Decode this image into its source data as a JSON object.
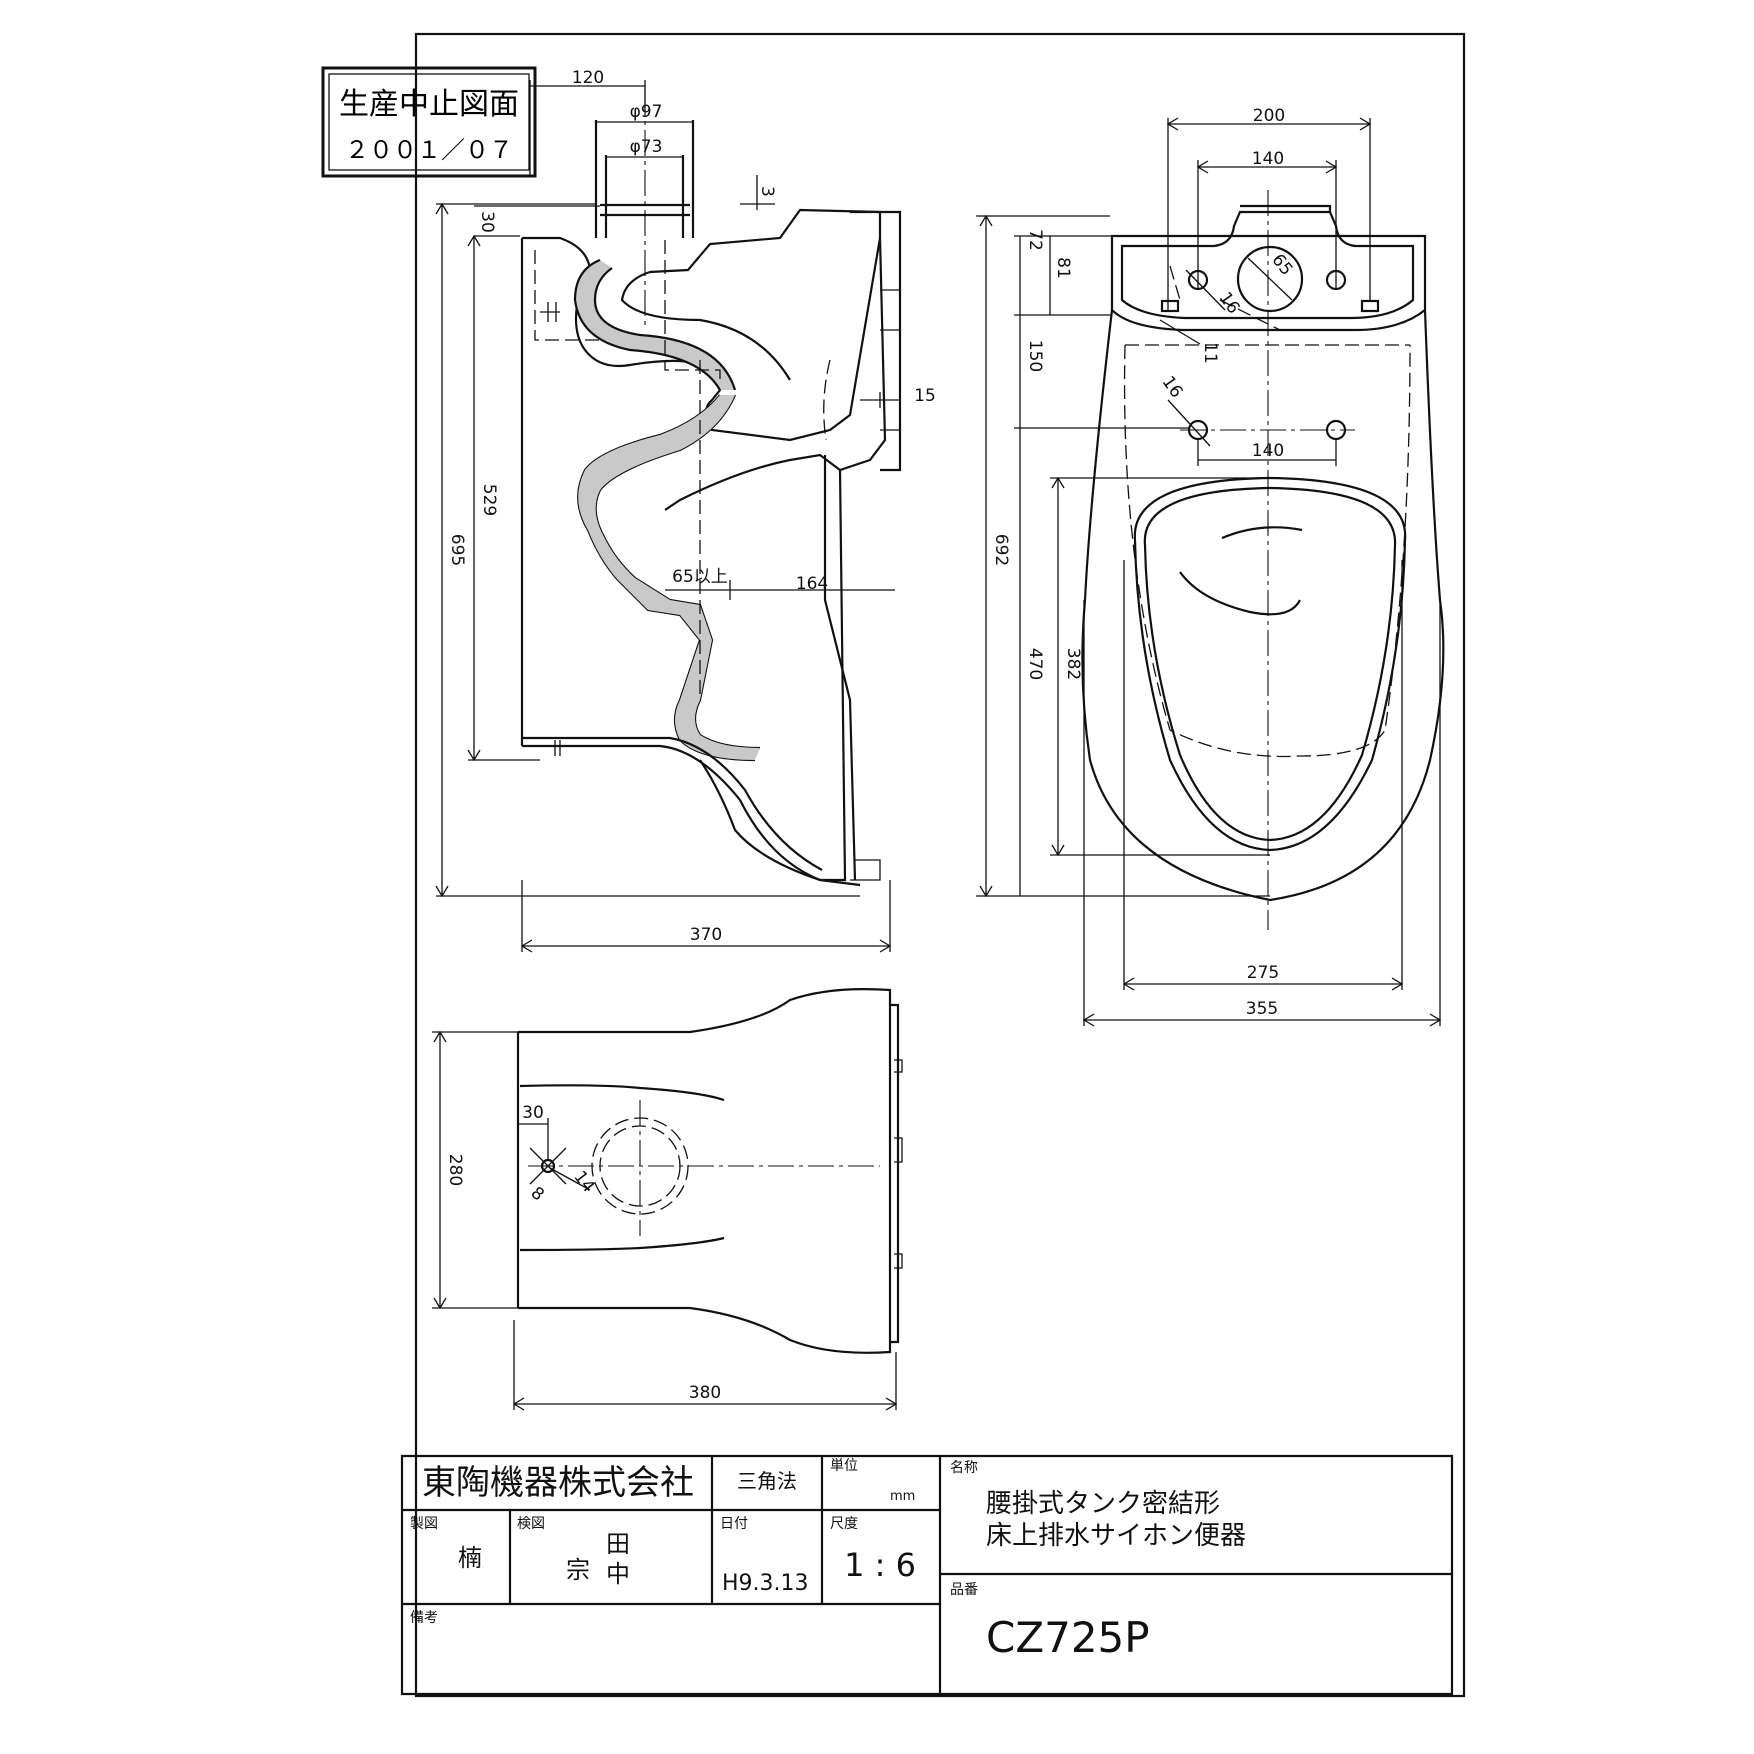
{
  "stamp": {
    "line1": "生産中止図面",
    "line2": "２００１／０７"
  },
  "dimensions": {
    "side_section": {
      "d120": "120",
      "phi97": "φ97",
      "phi73": "φ73",
      "d3": "3",
      "d30": "30",
      "d695": "695",
      "d529": "529",
      "d15": "15",
      "d65": "65以上",
      "d164": "164",
      "d370": "370"
    },
    "front": {
      "d200": "200",
      "d140_top": "140",
      "d65": "65",
      "d16_top": "16",
      "d11": "11",
      "d72": "72",
      "d81": "81",
      "d150": "150",
      "d16_mid": "16",
      "d140_mid": "140",
      "d692": "692",
      "d470": "470",
      "d382": "382",
      "d275": "275",
      "d355": "355"
    },
    "bottom": {
      "d30": "30",
      "d280": "280",
      "d14": "14",
      "d8": "8",
      "d380": "380"
    }
  },
  "title_block": {
    "company": "東陶機器株式会社",
    "projection": "三角法",
    "unit_label": "単位",
    "unit_value": "mm",
    "name_label": "名称",
    "name_line1": "腰掛式タンク密結形",
    "name_line2": "床上排水サイホン便器",
    "drawn_label": "製図",
    "drawn_by": "楠",
    "checked_label": "検図",
    "checked_by_1": "宗",
    "checked_by_2a": "田",
    "checked_by_2b": "中",
    "date_label": "日付",
    "date_value": "H9.3.13",
    "scale_label": "尺度",
    "scale_value": "1 : 6",
    "part_no_label": "品番",
    "part_no": "CZ725P",
    "remarks_label": "備考"
  }
}
